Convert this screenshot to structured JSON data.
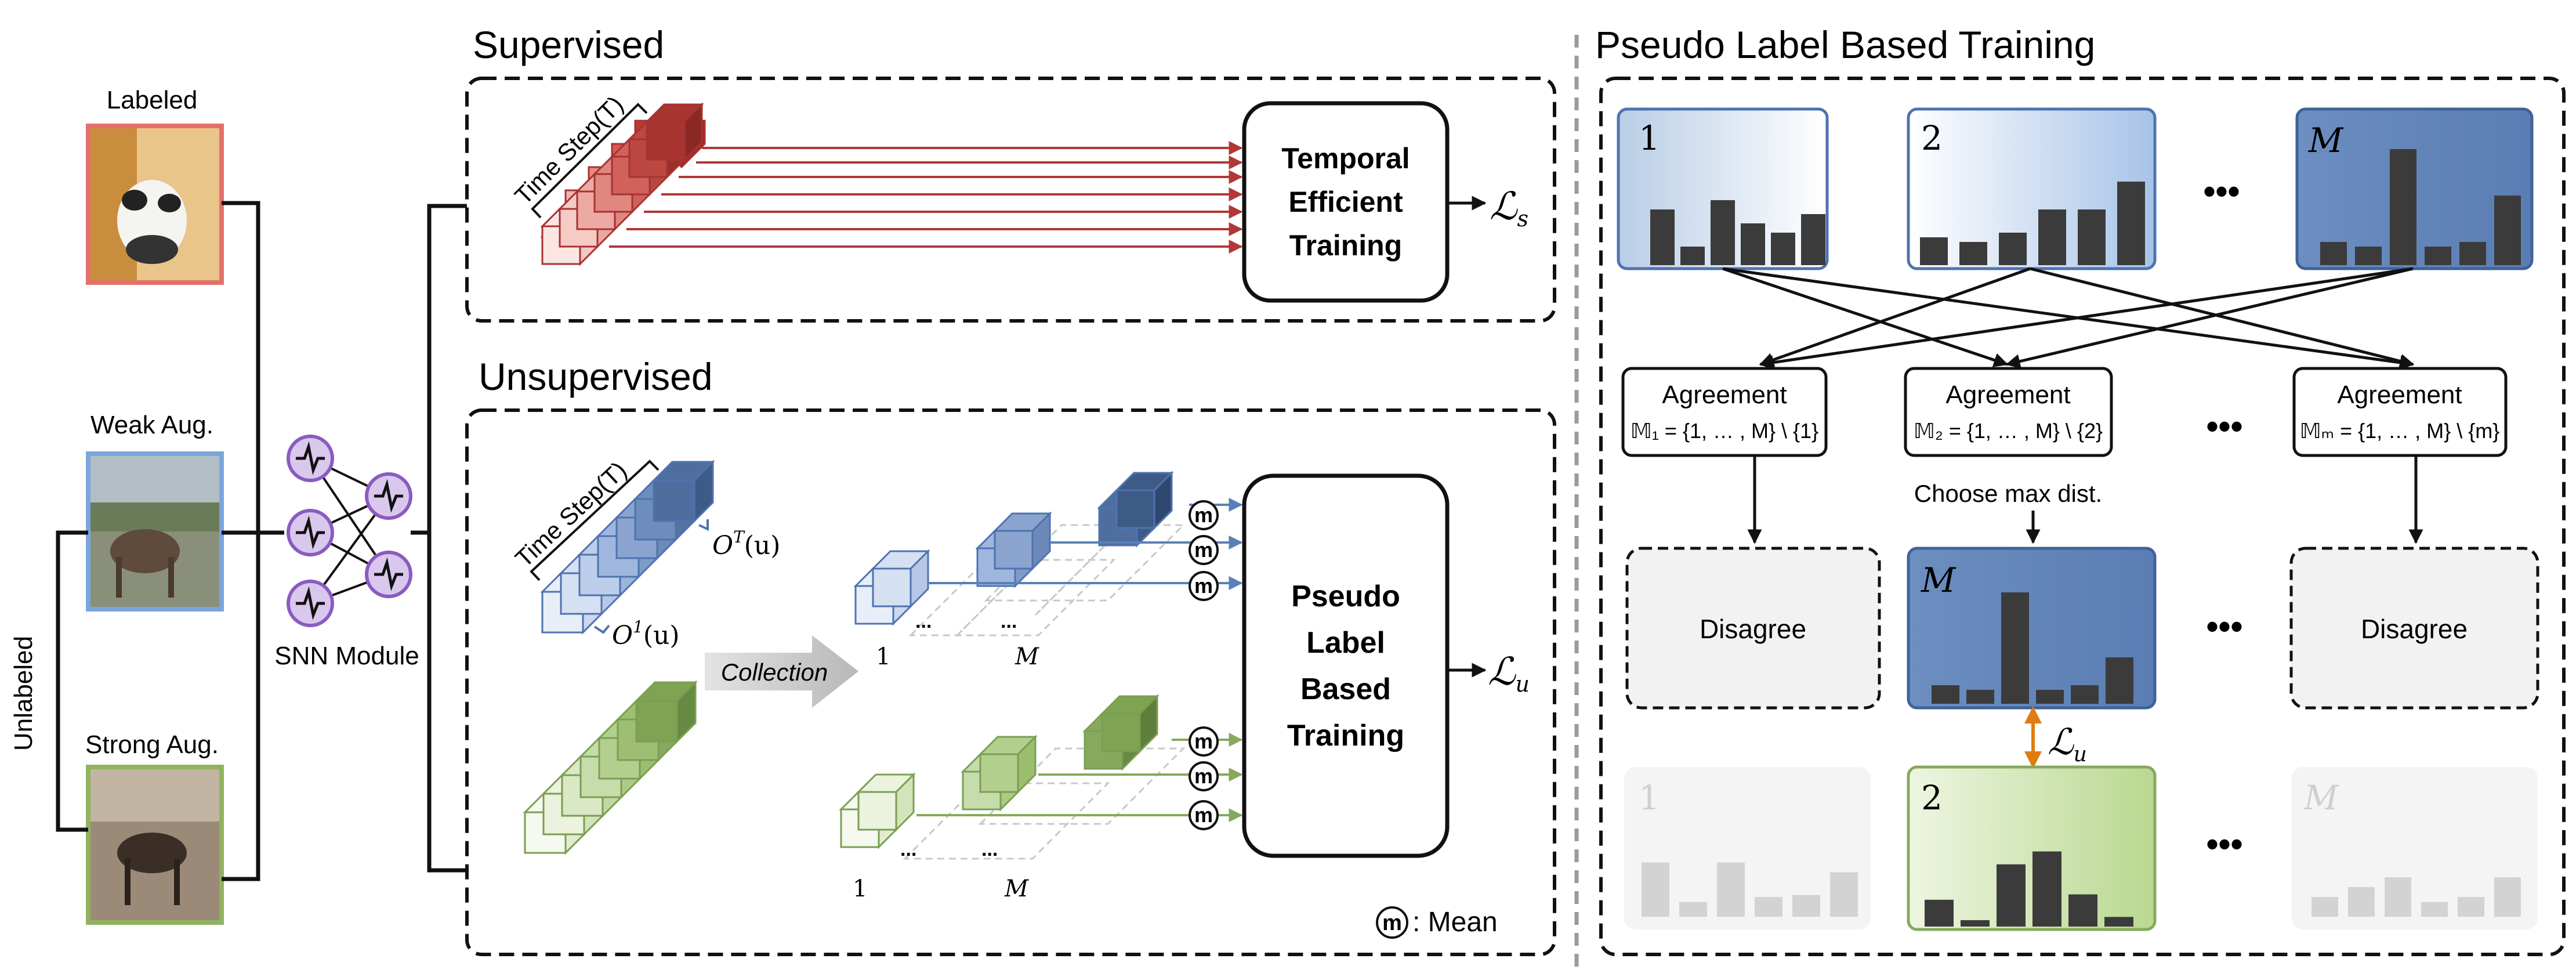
{
  "left": {
    "labeled": "Labeled",
    "weak_aug": "Weak Aug.",
    "strong_aug": "Strong Aug.",
    "unlabeled": "Unlabeled",
    "snn_module": "SNN Module"
  },
  "supervised": {
    "title": "Supervised",
    "time_step": "Time Step(T)",
    "box_line1": "Temporal",
    "box_line2": "Efficient",
    "box_line3": "Training",
    "loss": "ℒ",
    "loss_sub": "s"
  },
  "unsupervised": {
    "title": "Unsupervised",
    "time_step": "Time Step(T)",
    "o_t": "O",
    "o_t_sup": "T",
    "o_t_arg": "(u)",
    "o_1": "O",
    "o_1_sup": "1",
    "o_1_arg": "(u)",
    "collection": "Collection",
    "label_1_top": "1",
    "label_m_top": "M",
    "label_1_bottom": "1",
    "label_m_bottom": "M",
    "ellipsis": "...",
    "mean_symbol": "m",
    "box_line1": "Pseudo",
    "box_line2": "Label",
    "box_line3": "Based",
    "box_line4": "Training",
    "loss": "ℒ",
    "loss_sub": "u",
    "legend": ": Mean"
  },
  "pseudo": {
    "title": "Pseudo Label Based Training",
    "panel_1": "1",
    "panel_2": "2",
    "panel_m": "M",
    "ellipsis": "•••",
    "agreement": "Agreement",
    "set_1": "𝕄₁ = {1, … , M} \\ {1}",
    "set_2": "𝕄₂ = {1, … , M} \\ {2}",
    "set_m": "𝕄ₘ = {1, … , M} \\ {m}",
    "choose": "Choose max dist.",
    "disagree_1": "Disagree",
    "disagree_m": "Disagree",
    "selected": "M",
    "loss": "ℒ",
    "loss_sub": "u",
    "bottom_1": "1",
    "bottom_2": "2",
    "bottom_m": "M"
  },
  "chart_data": [
    {
      "type": "bar",
      "title": "1",
      "values": [
        0.6,
        0.2,
        0.7,
        0.45,
        0.35,
        0.55
      ]
    },
    {
      "type": "bar",
      "title": "2",
      "values": [
        0.3,
        0.25,
        0.35,
        0.6,
        0.6,
        0.9
      ]
    },
    {
      "type": "bar",
      "title": "M",
      "values": [
        0.25,
        0.2,
        1.25,
        0.2,
        0.25,
        0.75
      ]
    },
    {
      "type": "bar",
      "title": "M (selected)",
      "values": [
        0.2,
        0.15,
        1.2,
        0.15,
        0.2,
        0.5
      ]
    },
    {
      "type": "bar",
      "title": "1 (faded)",
      "values": [
        0.55,
        0.15,
        0.55,
        0.2,
        0.22,
        0.45
      ]
    },
    {
      "type": "bar",
      "title": "2 (green)",
      "values": [
        0.25,
        0.06,
        0.58,
        0.7,
        0.3,
        0.09
      ]
    },
    {
      "type": "bar",
      "title": "M (faded)",
      "values": [
        0.2,
        0.3,
        0.4,
        0.15,
        0.2,
        0.4
      ]
    }
  ],
  "colors": {
    "red": "#b03838",
    "blue": "#4e73b0",
    "green": "#7a9f52",
    "orange": "#e07d10",
    "bar": "#3b3b3b",
    "faded_bar": "#d3d3d3"
  }
}
